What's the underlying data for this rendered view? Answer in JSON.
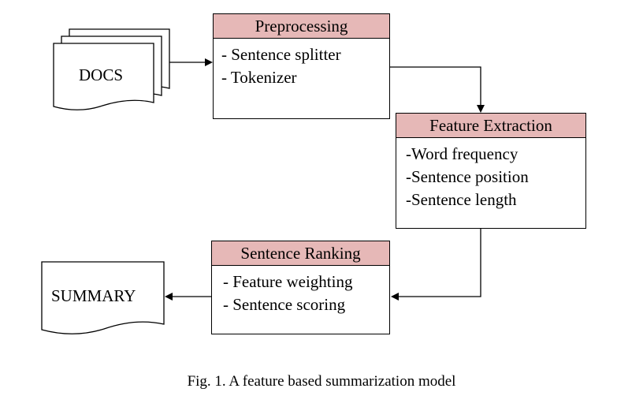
{
  "inputs": {
    "label": "DOCS"
  },
  "output": {
    "label": "SUMMARY"
  },
  "stages": {
    "preprocessing": {
      "title": "Preprocessing",
      "items": [
        "- Sentence splitter",
        "- Tokenizer"
      ]
    },
    "feature_extraction": {
      "title": "Feature Extraction",
      "items": [
        "-Word frequency",
        "-Sentence position",
        "-Sentence length"
      ]
    },
    "sentence_ranking": {
      "title": "Sentence Ranking",
      "items": [
        "- Feature weighting",
        "- Sentence scoring"
      ]
    }
  },
  "caption": "Fig. 1. A feature based summarization model"
}
